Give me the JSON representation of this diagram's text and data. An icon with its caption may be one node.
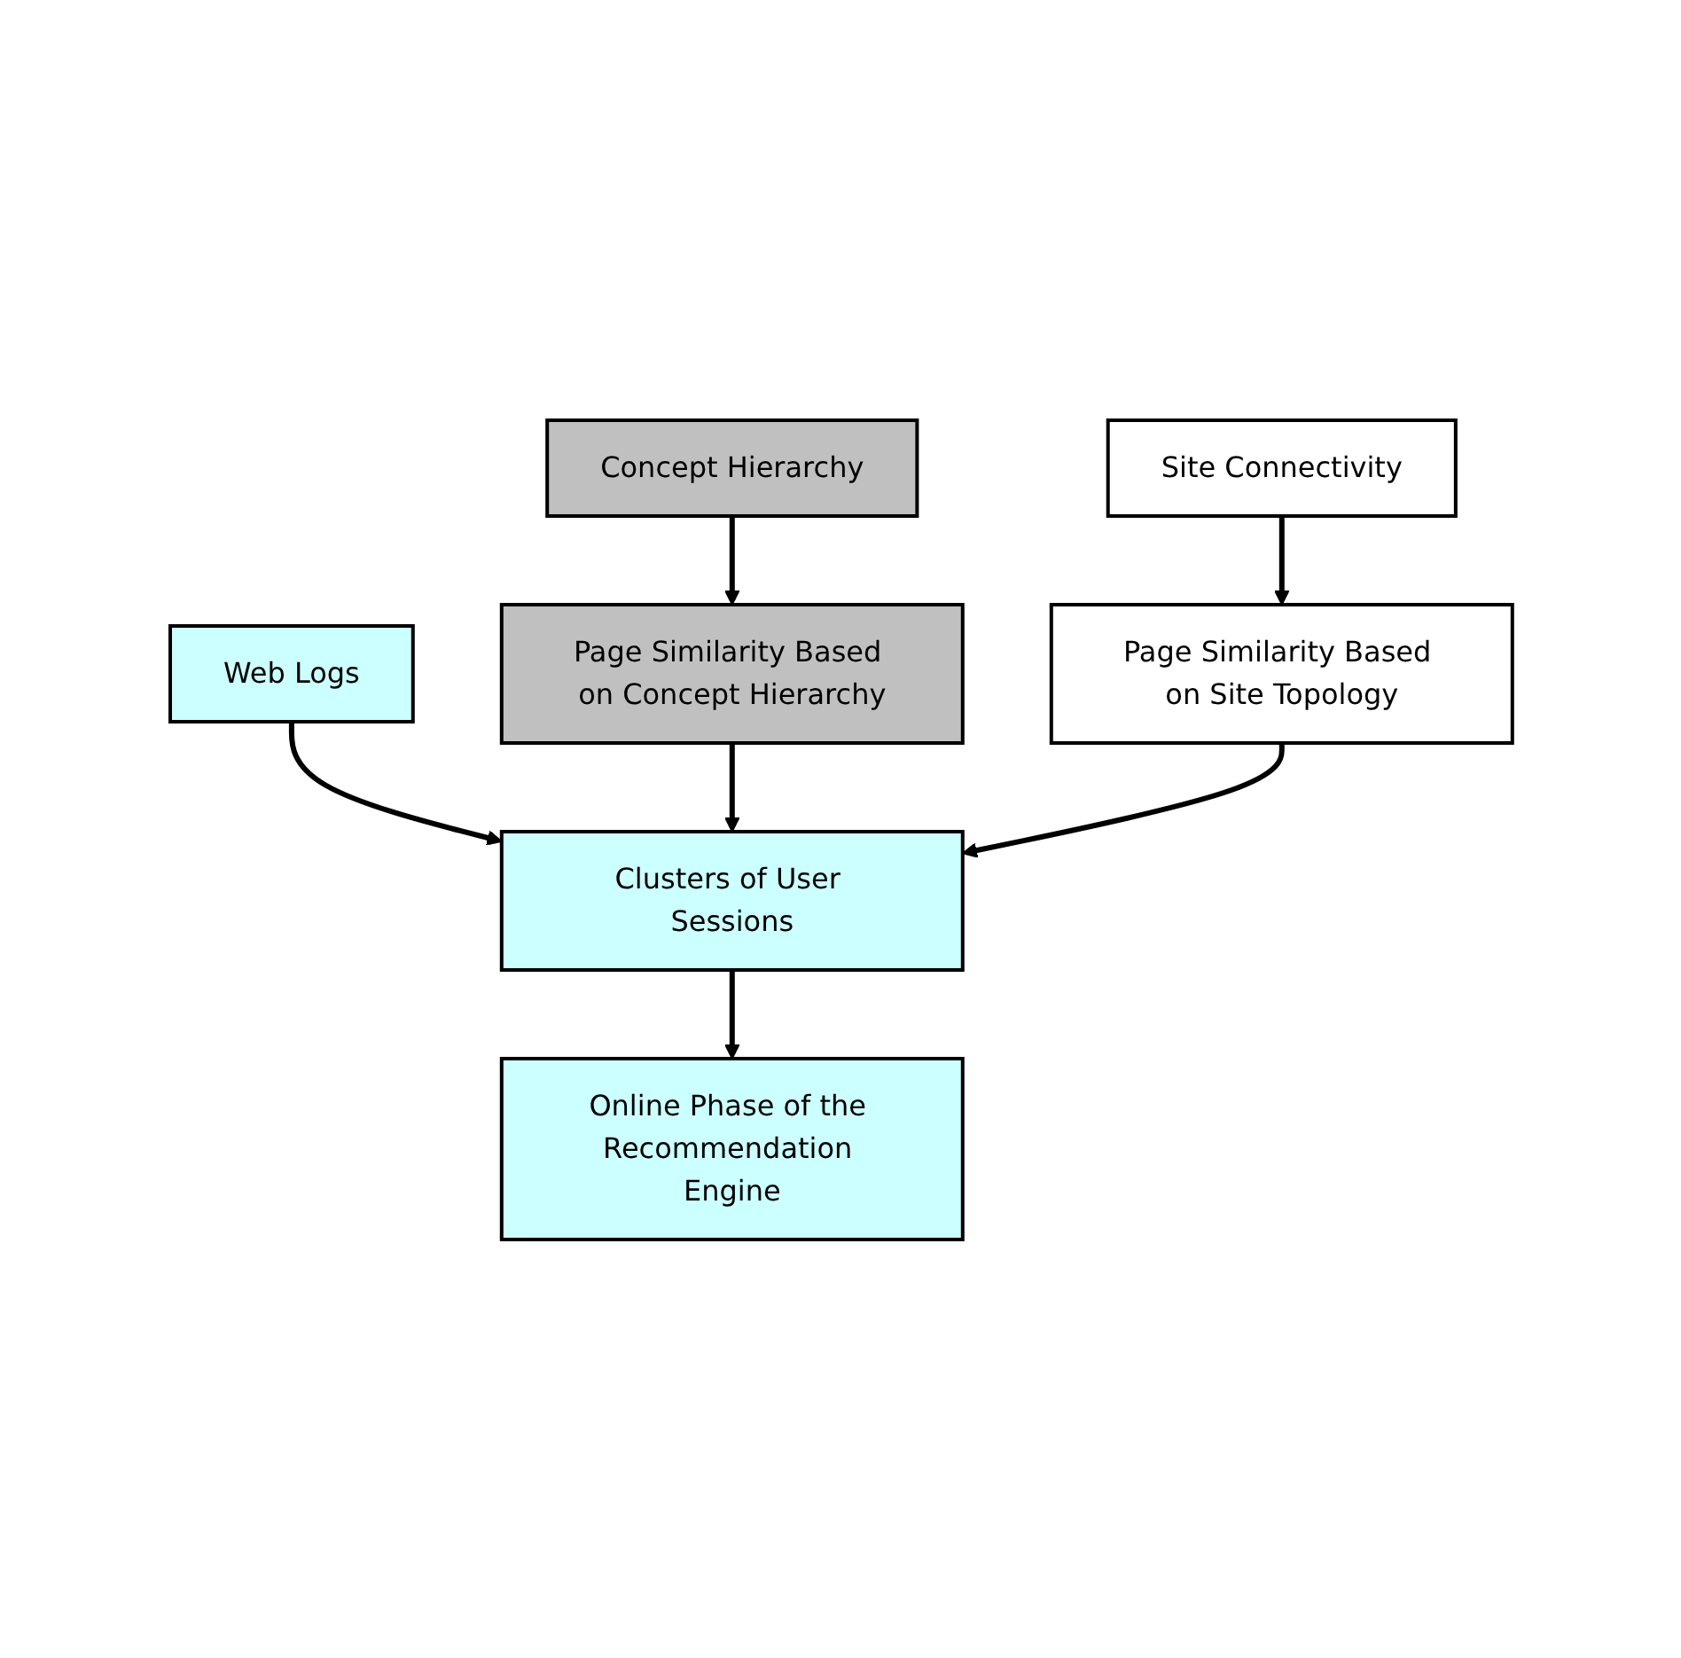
{
  "diagram": {
    "nodes": [
      {
        "text": [
          "Concept Hierarchy"
        ]
      },
      {
        "text": [
          "Site Connectivity"
        ]
      },
      {
        "text": [
          "Page Similarity Based on Concept Hierarchy"
        ]
      },
      {
        "text": [
          "Web Logs"
        ]
      },
      {
        "text": [
          "Page Similarity Based on Site Topology"
        ]
      },
      {
        "text": [
          "Clusters of User Sessions"
        ]
      },
      {
        "text": [
          "Online Phase of the Recommendation Engine"
        ]
      }
    ],
    "edges": [
      {
        "from": 0,
        "to": 2,
        "arrow": "to"
      },
      {
        "from": 1,
        "to": 4,
        "arrow": "to"
      },
      {
        "from": 3,
        "to": 5,
        "arrow": "to"
      },
      {
        "from": 2,
        "to": 5,
        "arrow": "to"
      },
      {
        "from": 4,
        "to": 5,
        "arrow": "to"
      },
      {
        "from": 5,
        "to": 6,
        "arrow": "to"
      }
    ]
  }
}
